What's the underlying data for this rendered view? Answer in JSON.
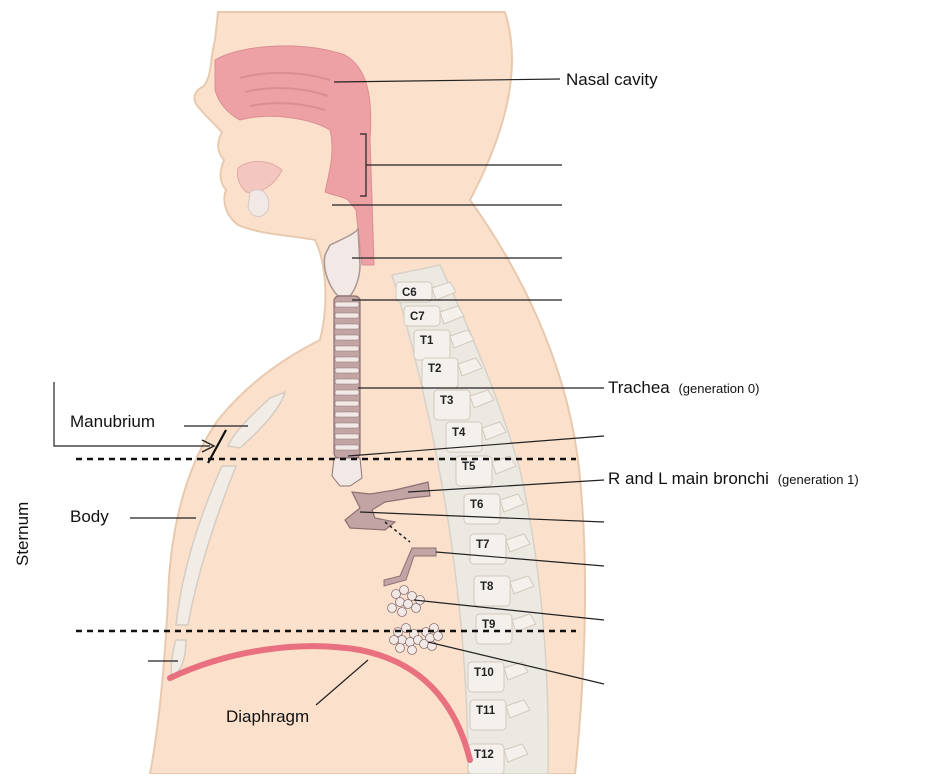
{
  "labels": {
    "nasal_cavity": "Nasal cavity",
    "trachea": "Trachea",
    "trachea_note": "(generation 0)",
    "main_bronchi": "R and L main bronchi",
    "main_bronchi_note": "(generation 1)",
    "manubrium": "Manubrium",
    "body": "Body",
    "sternum": "Sternum",
    "diaphragm": "Diaphragm"
  },
  "vertebrae": [
    "C6",
    "C7",
    "T1",
    "T2",
    "T3",
    "T4",
    "T5",
    "T6",
    "T7",
    "T8",
    "T9",
    "T10",
    "T11",
    "T12"
  ],
  "colors": {
    "skin": "#fbe1cc",
    "skin_outline": "#e9c9ae",
    "nasal": "#eea1a5",
    "airway": "#c2a4a4",
    "cartilage": "#f2e9e6",
    "spine": "#ece8e2",
    "diaphragm": "#e8707f"
  }
}
